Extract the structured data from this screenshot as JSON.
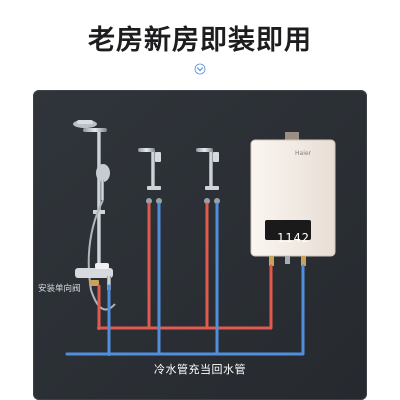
{
  "headline": "老房新房即装即用",
  "icons": {
    "scroll_hint": "chevron-down-icon"
  },
  "labels": {
    "valve": "安装单向阀",
    "pipe_caption": "冷水管充当回水管"
  },
  "heater": {
    "brand": "Haier",
    "display": "1142"
  },
  "colors": {
    "headline": "#1d1d1f",
    "wall": "#2d3136",
    "hot_pipe": "#e25a4f",
    "cold_pipe": "#4f8fdc",
    "heater_body": "#f3ece6",
    "display_panel": "#1a1a1a"
  }
}
